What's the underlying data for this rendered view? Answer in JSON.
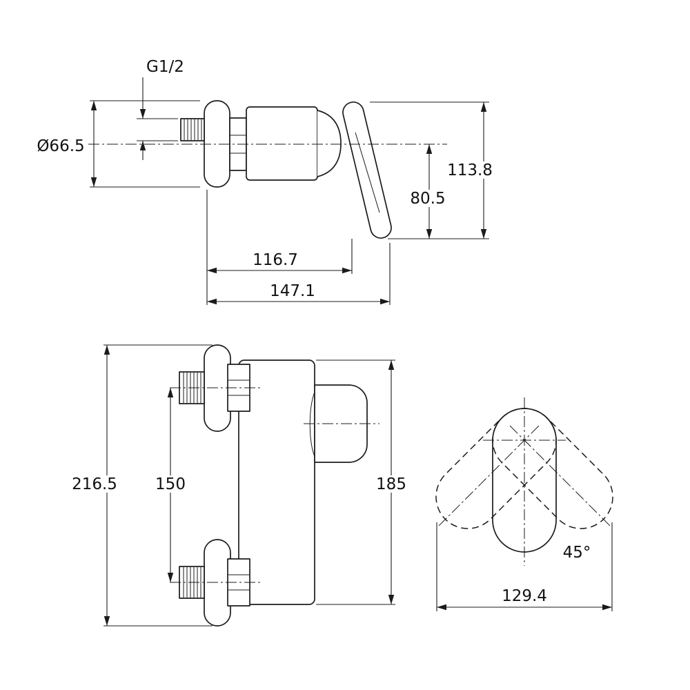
{
  "drawing": {
    "background": "#ffffff",
    "line_color": "#1b1b1b",
    "labels": {
      "thread_size": "G1/2",
      "flange_diameter": "Ø66.5",
      "side_total_height": "113.8",
      "handle_drop": "80.5",
      "body_depth": "116.7",
      "total_depth": "147.1",
      "front_total_height": "216.5",
      "inlet_spacing": "150",
      "body_height": "185",
      "swivel_angle": "45°",
      "swivel_width": "129.4"
    }
  }
}
